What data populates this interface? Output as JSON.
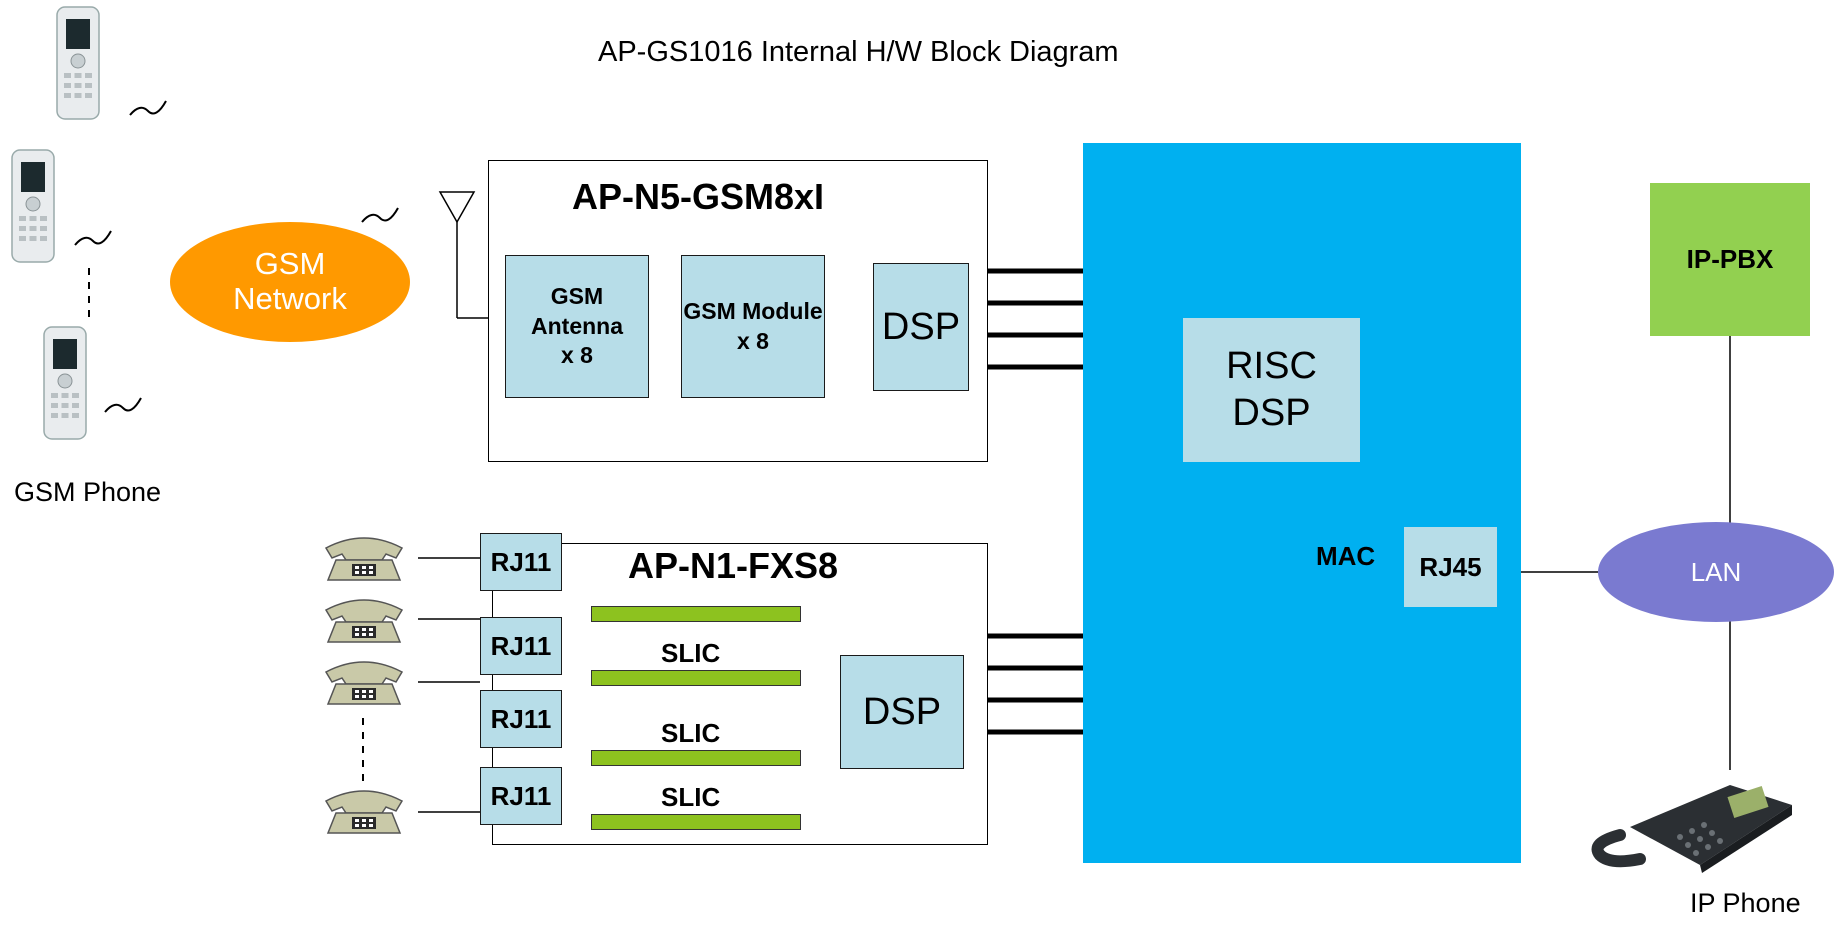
{
  "colors": {
    "main_board": "#00b0f0",
    "module_fill": "#b7dde8",
    "ip_pbx": "#92d050",
    "lan": "#7a7ad0",
    "gsm_network": "#ff9900",
    "slic_bar": "#8dc21f"
  },
  "diagram": {
    "title": "AP-GS1016  Internal H/W Block Diagram",
    "gsm_phone_label": "GSM Phone",
    "gsm_network_label_line1": "GSM",
    "gsm_network_label_line2": "Network",
    "gsm_module_box": {
      "title": "AP-N5-GSM8xI",
      "antenna_line1": "GSM",
      "antenna_line2": "Antenna",
      "antenna_line3": "x 8",
      "module_line1": "GSM Module",
      "module_line2": "x 8",
      "dsp": "DSP"
    },
    "fxs_box": {
      "title": "AP-N1-FXS8",
      "rj11": [
        "RJ11",
        "RJ11",
        "RJ11",
        "RJ11"
      ],
      "slic": [
        "SLIC",
        "SLIC",
        "SLIC"
      ],
      "dsp": "DSP"
    },
    "main_board": {
      "risc_line1": "RISC",
      "risc_line2": "DSP",
      "mac": "MAC",
      "rj45": "RJ45"
    },
    "ip_pbx": "IP-PBX",
    "lan": "LAN",
    "ip_phone_label": "IP Phone"
  }
}
